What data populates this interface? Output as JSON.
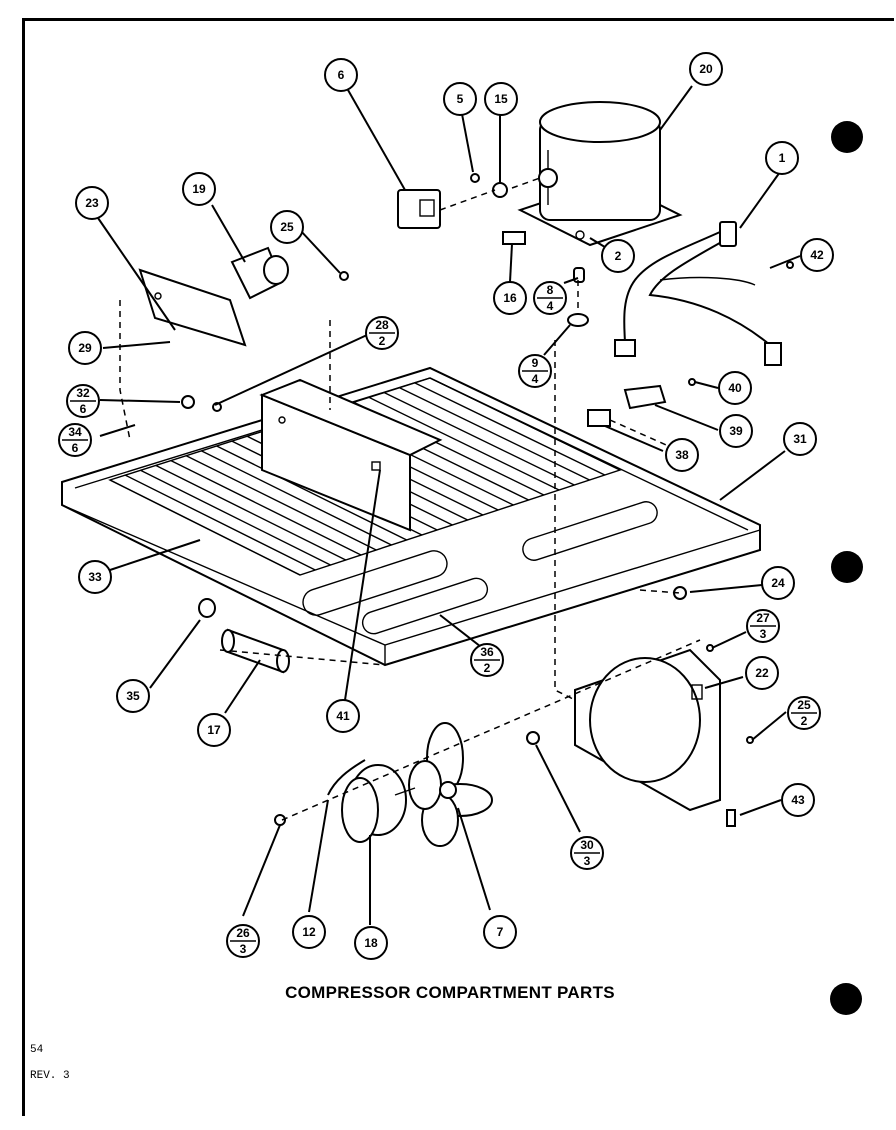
{
  "title": "COMPRESSOR COMPARTMENT PARTS",
  "footer": {
    "page": "54",
    "revision": "REV. 3"
  },
  "callouts": [
    {
      "id": "c1",
      "label": "1"
    },
    {
      "id": "c2",
      "label": "2"
    },
    {
      "id": "c5",
      "label": "5"
    },
    {
      "id": "c6",
      "label": "6"
    },
    {
      "id": "c7",
      "label": "7"
    },
    {
      "id": "c12",
      "label": "12"
    },
    {
      "id": "c15",
      "label": "15"
    },
    {
      "id": "c16",
      "label": "16"
    },
    {
      "id": "c17",
      "label": "17"
    },
    {
      "id": "c18",
      "label": "18"
    },
    {
      "id": "c19",
      "label": "19"
    },
    {
      "id": "c20",
      "label": "20"
    },
    {
      "id": "c22",
      "label": "22"
    },
    {
      "id": "c23",
      "label": "23"
    },
    {
      "id": "c24",
      "label": "24"
    },
    {
      "id": "c25a",
      "label": "25"
    },
    {
      "id": "c29",
      "label": "29"
    },
    {
      "id": "c31",
      "label": "31"
    },
    {
      "id": "c33",
      "label": "33"
    },
    {
      "id": "c35",
      "label": "35"
    },
    {
      "id": "c38",
      "label": "38"
    },
    {
      "id": "c39",
      "label": "39"
    },
    {
      "id": "c40",
      "label": "40"
    },
    {
      "id": "c41",
      "label": "41"
    },
    {
      "id": "c42",
      "label": "42"
    },
    {
      "id": "c43",
      "label": "43"
    }
  ],
  "fraction_callouts": [
    {
      "id": "f8",
      "top": "8",
      "bottom": "4"
    },
    {
      "id": "f9",
      "top": "9",
      "bottom": "4"
    },
    {
      "id": "f28",
      "top": "28",
      "bottom": "2"
    },
    {
      "id": "f32",
      "top": "32",
      "bottom": "6"
    },
    {
      "id": "f34",
      "top": "34",
      "bottom": "6"
    },
    {
      "id": "f36",
      "top": "36",
      "bottom": "2"
    },
    {
      "id": "f27",
      "top": "27",
      "bottom": "3"
    },
    {
      "id": "f25b",
      "top": "25",
      "bottom": "2"
    },
    {
      "id": "f30",
      "top": "30",
      "bottom": "3"
    },
    {
      "id": "f26",
      "top": "26",
      "bottom": "3"
    }
  ]
}
